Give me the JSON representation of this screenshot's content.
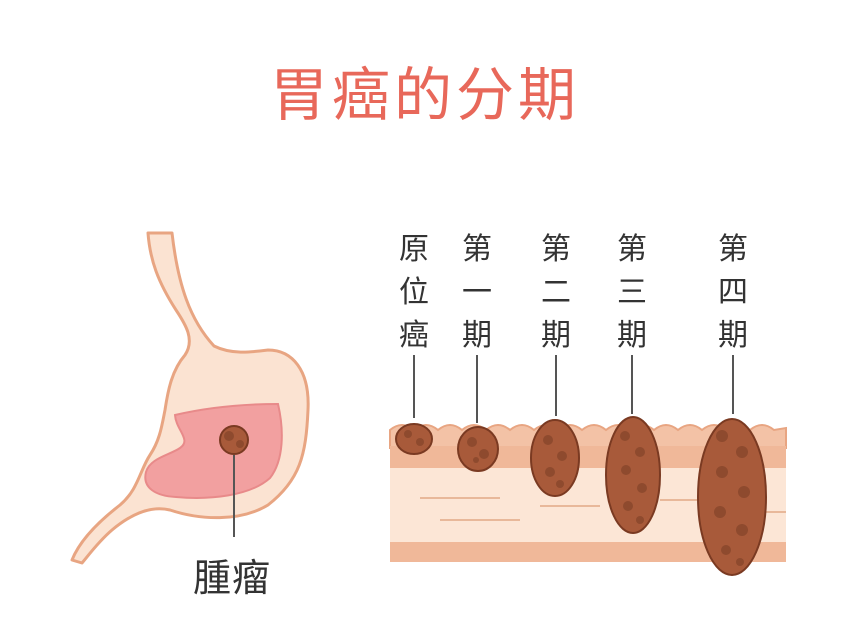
{
  "title": "胃癌的分期",
  "tumor_label": "腫瘤",
  "stages": [
    {
      "chars": [
        "原",
        "位",
        "癌"
      ]
    },
    {
      "chars": [
        "第",
        "一",
        "期"
      ]
    },
    {
      "chars": [
        "第",
        "二",
        "期"
      ]
    },
    {
      "chars": [
        "第",
        "三",
        "期"
      ]
    },
    {
      "chars": [
        "第",
        "四",
        "期"
      ]
    }
  ],
  "colors": {
    "title": "#e8685a",
    "stomach_wall": "#fbe3d2",
    "stomach_outline": "#e8a582",
    "stomach_inner": "#f2a0a0",
    "tissue_light": "#fce6d6",
    "tissue_dark": "#f0b899",
    "tumor": "#a85a3a",
    "tumor_outline": "#7a3a22",
    "text": "#333333"
  }
}
